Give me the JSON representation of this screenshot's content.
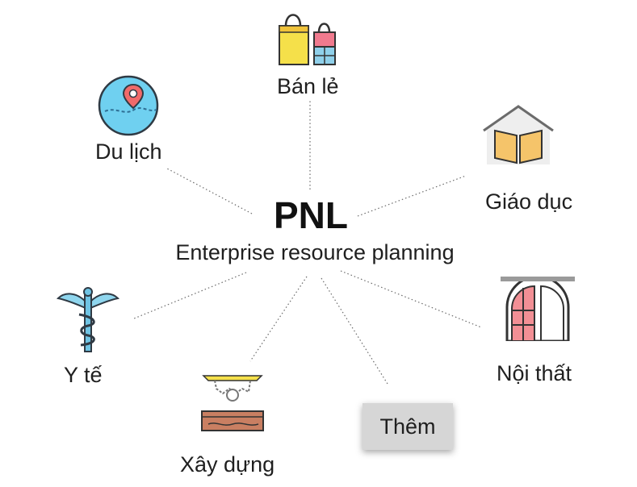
{
  "center": {
    "title": "PNL",
    "subtitle": "Enterprise resource planning"
  },
  "sectors": {
    "retail": {
      "label": "Bán lẻ",
      "icon": "shopping-bags-icon"
    },
    "travel": {
      "label": "Du lịch",
      "icon": "map-pin-globe-icon"
    },
    "education": {
      "label": "Giáo dục",
      "icon": "open-book-icon"
    },
    "healthcare": {
      "label": "Y tế",
      "icon": "caduceus-icon"
    },
    "construction": {
      "label": "Xây dựng",
      "icon": "construction-excavation-icon"
    },
    "interior": {
      "label": "Nội thất",
      "icon": "arched-window-icon"
    }
  },
  "more_button": {
    "label": "Thêm"
  },
  "colors": {
    "connector": "#6b6b6b",
    "button_bg": "#d6d6d6",
    "text": "#1f1f1f"
  }
}
